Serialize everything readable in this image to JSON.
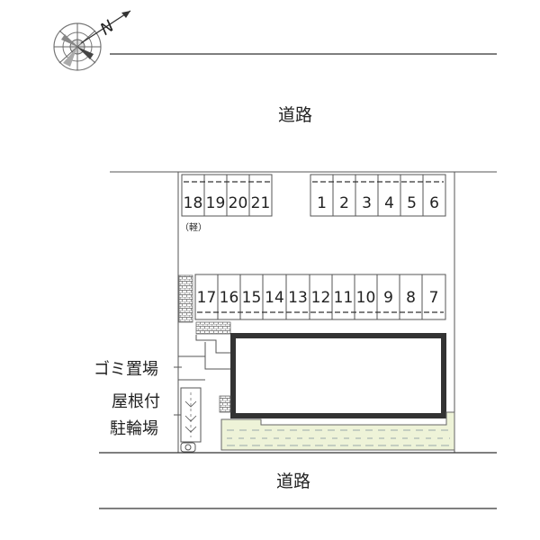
{
  "map": {
    "compass_label": "N",
    "road_top_label": "道路",
    "road_bottom_label": "道路",
    "top_row_left_spaces": [
      "18",
      "19",
      "20",
      "21"
    ],
    "top_row_left_note": "（軽）",
    "top_row_right_spaces": [
      "1",
      "2",
      "3",
      "4",
      "5",
      "6"
    ],
    "middle_row_spaces": [
      "17",
      "16",
      "15",
      "14",
      "13",
      "12",
      "11",
      "10",
      "9",
      "8",
      "7"
    ],
    "garbage_label": "ゴミ置場",
    "bike_label_line1": "屋根付",
    "bike_label_line2": "駐輪場",
    "colors": {
      "lawn": "#eef3d8",
      "building_border": "#333333",
      "lines": "#555555"
    }
  }
}
